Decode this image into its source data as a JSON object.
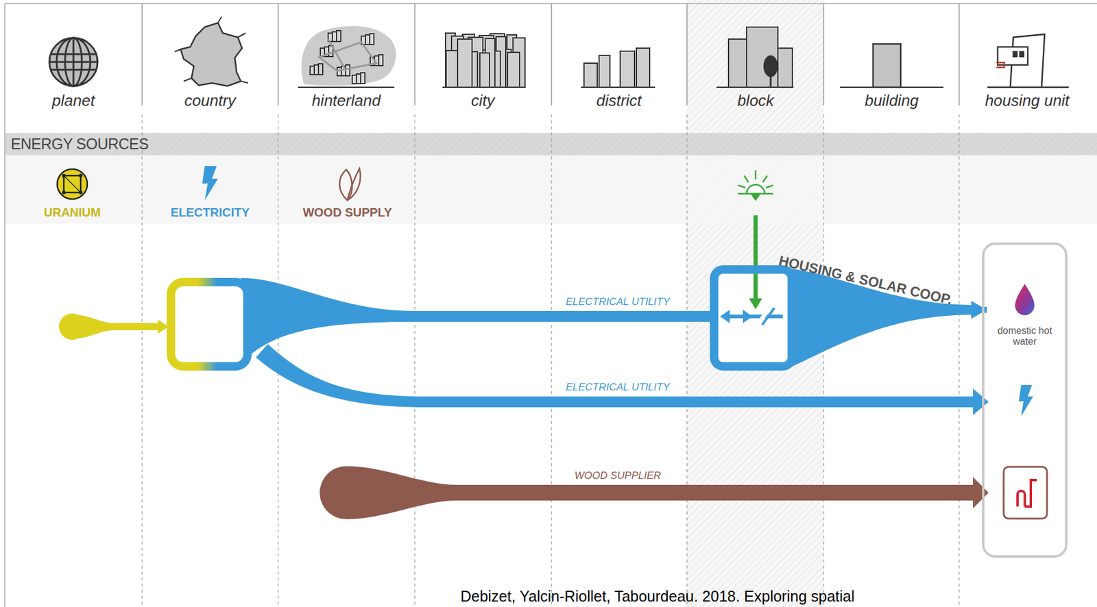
{
  "diagram": {
    "caption": "Debizet, Yalcin-Riollet, Tabourdeau. 2018. Exploring spatial",
    "nodes": [
      {
        "text": [
          "HOUSING & SOLAR COOP."
        ]
      },
      {
        "text": [
          "domestic hot water"
        ]
      }
    ],
    "edges": [
      {
        "from": 0,
        "to": 1,
        "arrow": "to"
      }
    ],
    "labels": [
      "planet",
      "country",
      "hinterland",
      "city",
      "district",
      "block",
      "building",
      "housing unit",
      "ENERGY SOURCES",
      "URANIUM",
      "ELECTRICITY",
      "WOOD SUPPLY",
      "ELECTRICAL UTILITY",
      "ELECTRICAL UTILITY",
      "WOOD SUPPLIER"
    ]
  }
}
